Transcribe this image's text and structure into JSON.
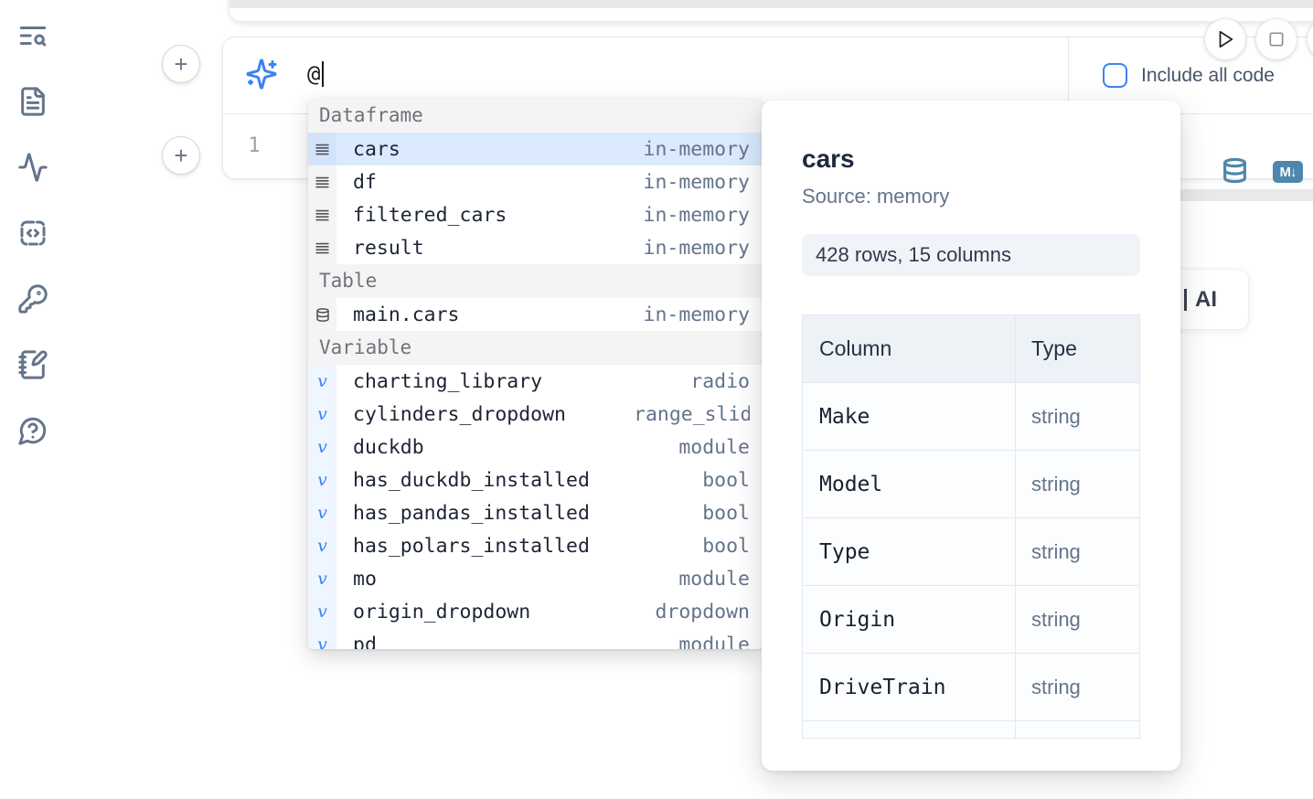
{
  "sidebar": {
    "icons": [
      "text-search",
      "file-text",
      "activity",
      "snippets",
      "key",
      "notebook-pen",
      "help-circle"
    ]
  },
  "cell": {
    "ai_input_value": "@",
    "include_all_code_label": "Include all code",
    "line_number": "1",
    "action_icons": [
      "database",
      "markdown"
    ],
    "markdown_badge_text": "M↓"
  },
  "controls": {
    "run_icon": "play",
    "stop_icon": "square"
  },
  "add_cell_button_label": "+",
  "autocomplete": {
    "sections": [
      {
        "label": "Dataframe",
        "items": [
          {
            "name": "cars",
            "type": "in-memory",
            "icon": "rows",
            "selected": true
          },
          {
            "name": "df",
            "type": "in-memory",
            "icon": "rows"
          },
          {
            "name": "filtered_cars",
            "type": "in-memory",
            "icon": "rows"
          },
          {
            "name": "result",
            "type": "in-memory",
            "icon": "rows"
          }
        ]
      },
      {
        "label": "Table",
        "items": [
          {
            "name": "main.cars",
            "type": "in-memory",
            "icon": "database"
          }
        ]
      },
      {
        "label": "Variable",
        "items": [
          {
            "name": "charting_library",
            "type": "radio",
            "icon": "variable"
          },
          {
            "name": "cylinders_dropdown",
            "type": "range_slider",
            "icon": "variable",
            "clip": true
          },
          {
            "name": "duckdb",
            "type": "module",
            "icon": "variable"
          },
          {
            "name": "has_duckdb_installed",
            "type": "bool",
            "icon": "variable"
          },
          {
            "name": "has_pandas_installed",
            "type": "bool",
            "icon": "variable"
          },
          {
            "name": "has_polars_installed",
            "type": "bool",
            "icon": "variable"
          },
          {
            "name": "mo",
            "type": "module",
            "icon": "variable"
          },
          {
            "name": "origin_dropdown",
            "type": "dropdown",
            "icon": "variable"
          },
          {
            "name": "pd",
            "type": "module",
            "icon": "variable"
          }
        ]
      }
    ]
  },
  "preview": {
    "title": "cars",
    "source": "Source: memory",
    "shape": "428 rows, 15 columns",
    "table": {
      "headers": [
        "Column",
        "Type"
      ],
      "rows": [
        [
          "Make",
          "string"
        ],
        [
          "Model",
          "string"
        ],
        [
          "Type",
          "string"
        ],
        [
          "Origin",
          "string"
        ],
        [
          "DriveTrain",
          "string"
        ]
      ]
    }
  },
  "ai_button": {
    "label": "AI"
  },
  "colors": {
    "accent_blue": "#3b82f6",
    "steel_blue": "#4d87ac",
    "selected_row": "#dbeafe",
    "section_header_bg": "#f4f4f5",
    "variable_gutter": "#eff6ff",
    "badge_bg": "#f0f4f8",
    "table_header_bg": "#edf2f7"
  }
}
